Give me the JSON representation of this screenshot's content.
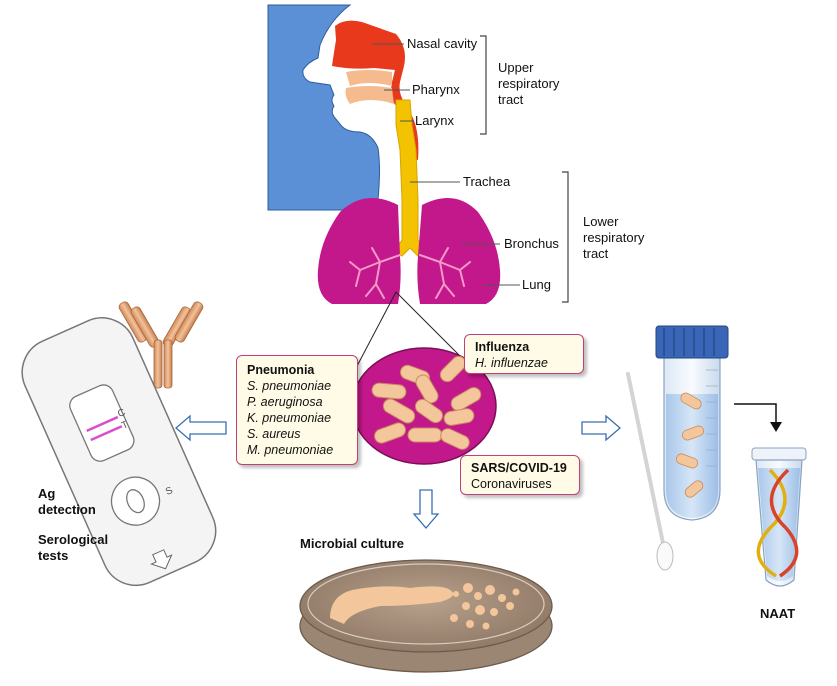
{
  "anatomy": {
    "nasal_cavity": "Nasal cavity",
    "pharynx": "Pharynx",
    "larynx": "Larynx",
    "trachea": "Trachea",
    "bronchus": "Bronchus",
    "lung": "Lung"
  },
  "tract_groups": {
    "upper": [
      "Upper",
      "respiratory",
      "tract"
    ],
    "lower": [
      "Lower",
      "respiratory",
      "tract"
    ]
  },
  "pathogen_boxes": {
    "pneumonia": {
      "title": "Pneumonia",
      "species": [
        "S. pneumoniae",
        "P. aeruginosa",
        "K. pneumoniae",
        "S. aureus",
        "M. pneumoniae"
      ]
    },
    "influenza": {
      "title": "Influenza",
      "species": [
        "H. influenzae"
      ]
    },
    "covid": {
      "title": "SARS/COVID-19",
      "subtitle": "Coronaviruses"
    }
  },
  "diagnostics": {
    "ag_detection": [
      "Ag",
      "detection"
    ],
    "serological": [
      "Serological",
      "tests"
    ],
    "microbial_culture": "Microbial culture",
    "naat": "NAAT"
  },
  "test_strip": {
    "c": "C",
    "t": "T",
    "s": "S"
  },
  "colors": {
    "face": "#5b8fd6",
    "nasal": "#e8391d",
    "trachea": "#f3c200",
    "lung": "#c2188b",
    "bacteria": "#f3c69b",
    "box_border": "#c0407a",
    "box_fill": "#fffbe6",
    "arrow": "#3a6fb0",
    "tube_cap": "#3a66b8"
  }
}
